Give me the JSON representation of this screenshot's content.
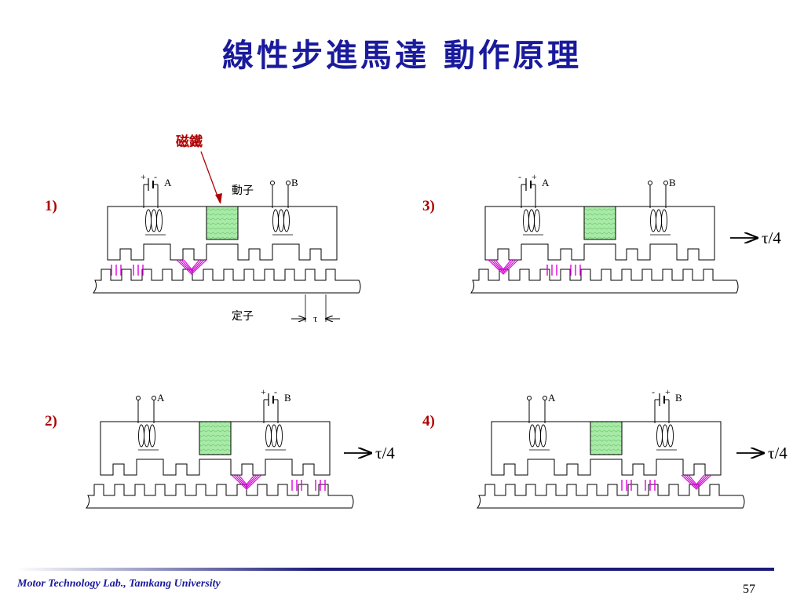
{
  "title": "線性步進馬達 動作原理",
  "labels": {
    "magnet": "磁鐵",
    "mover": "動子",
    "stator": "定子",
    "tau": "τ",
    "shift": "τ/4"
  },
  "panels": [
    {
      "number": "1)",
      "left_terminals": {
        "sign_left": "+",
        "sign_right": "-",
        "label": "A"
      },
      "right_terminals": {
        "label": "B"
      },
      "shift_arrow": false
    },
    {
      "number": "2)",
      "left_terminals": {
        "label": "A"
      },
      "right_terminals": {
        "sign_left": "+",
        "sign_right": "-",
        "label": "B"
      },
      "shift_arrow": true
    },
    {
      "number": "3)",
      "left_terminals": {
        "sign_left": "-",
        "sign_right": "+",
        "label": "A"
      },
      "right_terminals": {
        "label": "B"
      },
      "shift_arrow": true
    },
    {
      "number": "4)",
      "left_terminals": {
        "label": "A"
      },
      "right_terminals": {
        "sign_left": "-",
        "sign_right": "+",
        "label": "B"
      },
      "shift_arrow": true
    }
  ],
  "colors": {
    "title": "#1a1a9c",
    "panel_number": "#b00000",
    "magnet_label": "#b00000",
    "flux": "#e000e0",
    "magnet_fill": "#a8eaa8"
  },
  "footer": {
    "lab": "Motor Technology Lab., Tamkang University",
    "page": "57"
  }
}
